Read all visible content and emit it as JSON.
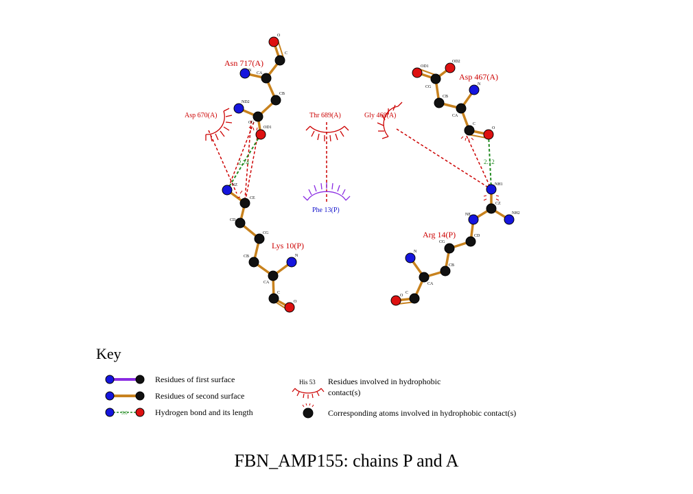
{
  "title": "FBN_AMP155: chains P and A",
  "colors": {
    "bond_second": "#c8821e",
    "bond_first": "#8a2be2",
    "nitrogen": "#1515dd",
    "oxygen": "#dd1111",
    "carbon": "#111111",
    "hbond": "#228b22",
    "contact_line": "#cc0000",
    "hydrophobic_red": "#cc0000",
    "hydrophobic_purple": "#8a2be2"
  },
  "residues": {
    "asn717": "Asn 717(A)",
    "asp670": "Asp 670(A)",
    "thr689": "Thr 689(A)",
    "gly468": "Gly 468(A)",
    "asp467": "Asp 467(A)",
    "phe13": "Phe 13(P)",
    "lys10": "Lys 10(P)",
    "arg14": "Arg 14(P)"
  },
  "atoms": {
    "asn_o": "O",
    "asn_c": "C",
    "asn_n": "N",
    "asn_ca": "CA",
    "asn_cb": "CB",
    "asn_nd2": "ND2",
    "asn_cg": "CG",
    "asn_od1": "OD1",
    "lys_nz": "NZ",
    "lys_ce": "CE",
    "lys_cd": "CD",
    "lys_cg": "CG",
    "lys_cb": "CB",
    "lys_ca": "CA",
    "lys_n": "N",
    "lys_c": "C",
    "lys_o": "O",
    "asp_od1": "OD1",
    "asp_od2": "OD2",
    "asp_cg": "CG",
    "asp_cb": "CB",
    "asp_n": "N",
    "asp_ca": "CA",
    "asp_c": "C",
    "asp_o": "O",
    "arg_nh1": "NH1",
    "arg_cz": "CZ",
    "arg_ne": "NE",
    "arg_nh2": "NH2",
    "arg_cd": "CD",
    "arg_cg": "CG",
    "arg_cb": "CB",
    "arg_n": "N",
    "arg_ca": "CA",
    "arg_c": "C",
    "arg_o": "O"
  },
  "hbonds": [
    {
      "id": "hb1",
      "length": "2.74"
    },
    {
      "id": "hb2",
      "length": "2.12"
    }
  ],
  "key": {
    "title": "Key",
    "first_surface": "Residues of first surface",
    "second_surface": "Residues of second surface",
    "hbond": "Hydrogen bond and its length",
    "hbond_sample": "3.0",
    "hydrophobic_sample": "His 53",
    "hydrophobic_line1": "Residues involved in hydrophobic",
    "hydrophobic_line2": "contact(s)",
    "corresponding": "Corresponding atoms involved in hydrophobic contact(s)"
  }
}
